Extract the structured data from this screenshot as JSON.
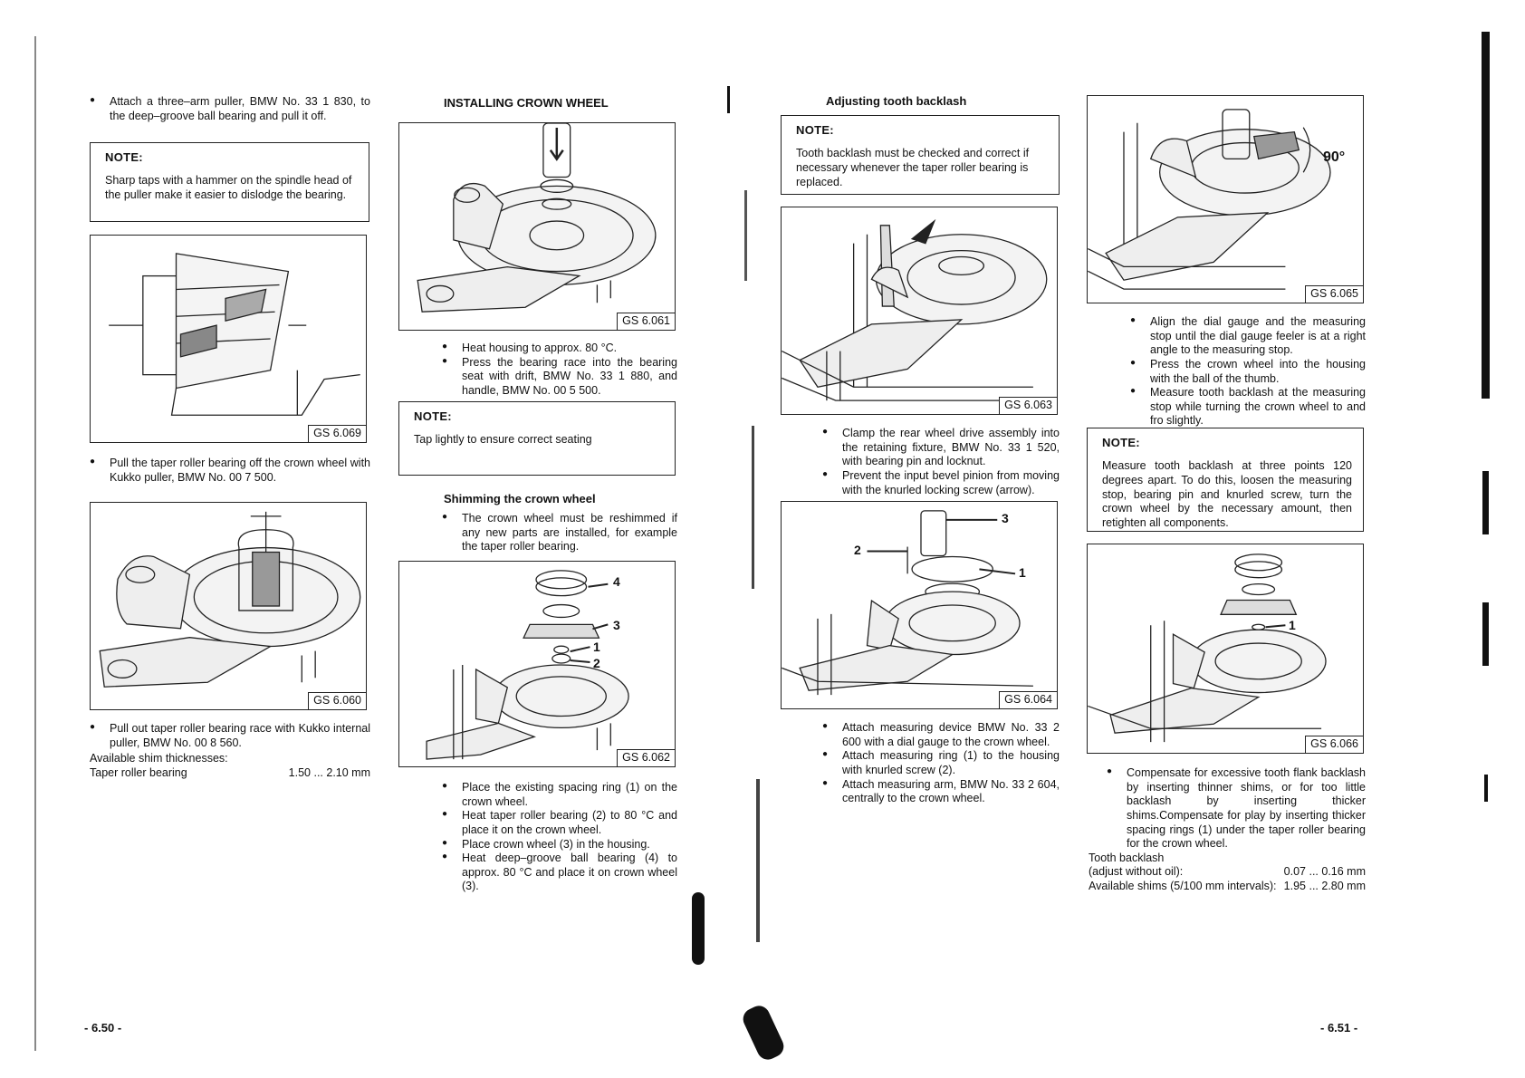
{
  "left_page": {
    "intro_bullet": "Attach a three–arm puller, BMW No. 33 1 830, to the deep–groove ball bearing and pull it off.",
    "note1": {
      "label": "NOTE:",
      "text": "Sharp taps with a hammer on the spindle head of the puller make it easier to dislodge the bearing."
    },
    "fig_069": "GS 6.069",
    "bullet_pull_taper": "Pull the taper roller bearing off the crown wheel with Kukko puller, BMW No. 00 7 500.",
    "fig_060": "GS 6.060",
    "bullet_pull_race": "Pull out taper roller bearing race with Kukko internal puller, BMW No. 00 8 560.",
    "shim_title": "Available shim thicknesses:",
    "shim_label": "Taper roller bearing",
    "shim_value": "1.50 ... 2.10 mm",
    "installing_heading": "INSTALLING CROWN WHEEL",
    "fig_061": "GS 6.061",
    "bullets_heat": [
      "Heat housing to approx. 80 °C.",
      "Press the bearing race into the bearing seat with drift, BMW No. 33 1 880, and handle, BMW No. 00 5 500."
    ],
    "note2": {
      "label": "NOTE:",
      "text": "Tap lightly to ensure correct seating"
    },
    "shimming_heading": "Shimming the crown wheel",
    "bullet_reshim": "The crown wheel must be reshimmed if any new parts are installed, for example the taper roller bearing.",
    "fig_062": "GS 6.062",
    "fig_062_callouts": [
      "4",
      "3",
      "1",
      "2"
    ],
    "bullets_place": [
      "Place the existing spacing ring (1) on the crown wheel.",
      "Heat taper roller bearing (2) to 80 °C and place it on the crown wheel.",
      "Place crown wheel (3) in the housing.",
      "Heat deep–groove ball bearing (4) to approx. 80 °C and place it on crown wheel (3)."
    ],
    "page_number": "- 6.50 -"
  },
  "right_page": {
    "backlash_heading": "Adjusting tooth backlash",
    "note3": {
      "label": "NOTE:",
      "text": "Tooth backlash must be checked and correct if necessary whenever the taper roller bearing is replaced."
    },
    "fig_063": "GS 6.063",
    "bullets_clamp": [
      "Clamp the rear wheel drive assembly into the retaining fixture, BMW No. 33 1 520, with bearing pin and locknut.",
      "Prevent the input bevel pinion from moving with the knurled locking screw (arrow)."
    ],
    "fig_064": "GS 6.064",
    "fig_064_callouts": [
      "3",
      "2",
      "1"
    ],
    "bullets_attach": [
      "Attach measuring device BMW No. 33 2 600 with a dial gauge to the crown wheel.",
      "Attach measuring ring (1) to the housing with knurled screw (2).",
      "Attach measuring arm, BMW No. 33 2 604, centrally to the crown wheel."
    ],
    "fig_065": "GS 6.065",
    "fig_065_angle": "90°",
    "bullets_align": [
      "Align the dial gauge and the measuring stop until the dial gauge feeler is at a right angle to the measuring stop.",
      "Press the crown wheel into the housing with the ball of the thumb.",
      "Measure tooth backlash at the measuring stop while turning the crown wheel to and fro slightly."
    ],
    "note4": {
      "label": "NOTE:",
      "text": "Measure tooth backlash at three points 120 degrees apart. To do this, loosen the measuring stop, bearing pin and knurled screw, turn the crown wheel by the necessary amount, then retighten all components."
    },
    "fig_066": "GS 6.066",
    "fig_066_callout": "1",
    "bullet_compensate": "Compensate for excessive tooth flank backlash by inserting thinner shims, or for too little backlash by inserting thicker shims.Compensate for play by inserting thicker spacing rings (1) under the taper roller bearing for the crown wheel.",
    "spec_title": "Tooth backlash",
    "spec1_label": "(adjust without oil):",
    "spec1_value": "0.07 ... 0.16 mm",
    "spec2_label": "Available shims (5/100 mm intervals):",
    "spec2_value": "1.95 ... 2.80 mm",
    "page_number": "- 6.51 -"
  }
}
